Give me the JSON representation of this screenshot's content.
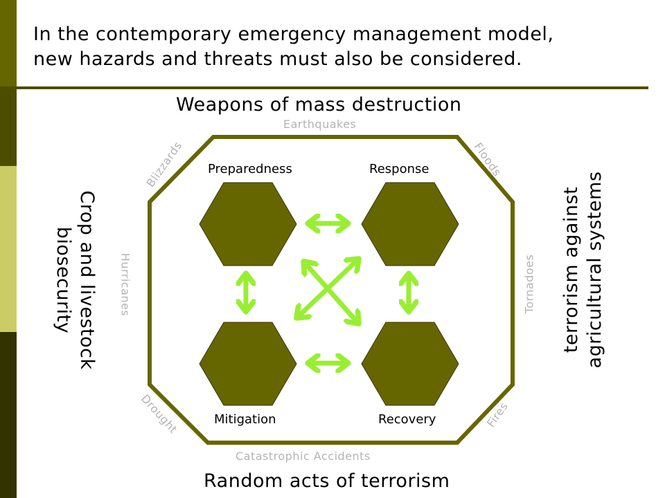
{
  "title": {
    "line1": "In the contemporary emergency management model,",
    "line2": "new hazards and threats must also be considered."
  },
  "threats": {
    "top": "Weapons of mass destruction",
    "bottom": "Random acts of terrorism",
    "left_line1": "Crop and livestock",
    "left_line2": "biosecurity",
    "right_line1": "terrorism against",
    "right_line2": "agricultural systems"
  },
  "hazards": {
    "earthquakes": "Earthquakes",
    "floods": "Floods",
    "tornadoes": "Tornadoes",
    "fires": "Fires",
    "catastrophic": "Catastrophic Accidents",
    "drought": "Drought",
    "hurricanes": "Hurricanes",
    "blizzards": "Blizzards"
  },
  "phases": {
    "preparedness": "Preparedness",
    "response": "Response",
    "mitigation": "Mitigation",
    "recovery": "Recovery"
  },
  "colors": {
    "hexagon_fill": "#666600",
    "octagon_stroke": "#666600",
    "arrow": "#99ee33",
    "hazard_text": "#b3b3b3"
  }
}
